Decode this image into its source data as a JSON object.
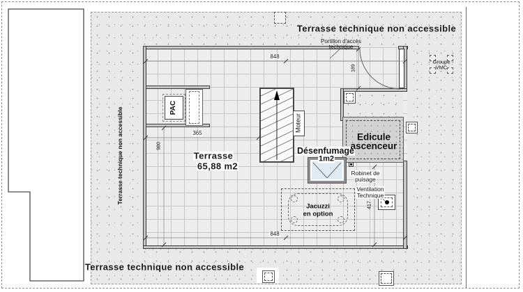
{
  "plan": {
    "titles": {
      "top": "Terrasse technique non accessible",
      "bottom": "Terrasse technique non accessible",
      "left_vertical": "Terrasse technique non accessible"
    },
    "rooms": {
      "terrace_name": "Terrasse",
      "terrace_area": "65,88  m2",
      "edicule_line1": "Edicule",
      "edicule_line2": "ascenceur"
    },
    "labels": {
      "portillon_line1": "Portillon d'accès",
      "portillon_line2": "technique",
      "groupe_vmc_line1": "Groupe",
      "groupe_vmc_line2": "VMC",
      "pac": "PAC",
      "moteur": "Moteur",
      "desenfumage_line1": "Désenfumage",
      "desenfumage_line2": "1m2",
      "robinet_line1": "Robinet de",
      "robinet_line2": "puisage",
      "ventilation_line1": "Ventilation",
      "ventilation_line2": "Technique",
      "jacuzzi_line1": "Jacuzzi",
      "jacuzzi_line2": "en option"
    },
    "dimensions": {
      "top_width": "848",
      "bottom_width": "848",
      "niche_width": "365",
      "left_height": "980",
      "portillon_depth": "189",
      "right_height": "417"
    },
    "colors": {
      "gravel": "#e9e9e9",
      "tiles": "#ededed",
      "edicule": "#d2d2d2",
      "smoke_vent_glass": "#dfeaf2",
      "wall": "#3c3c3c"
    }
  }
}
